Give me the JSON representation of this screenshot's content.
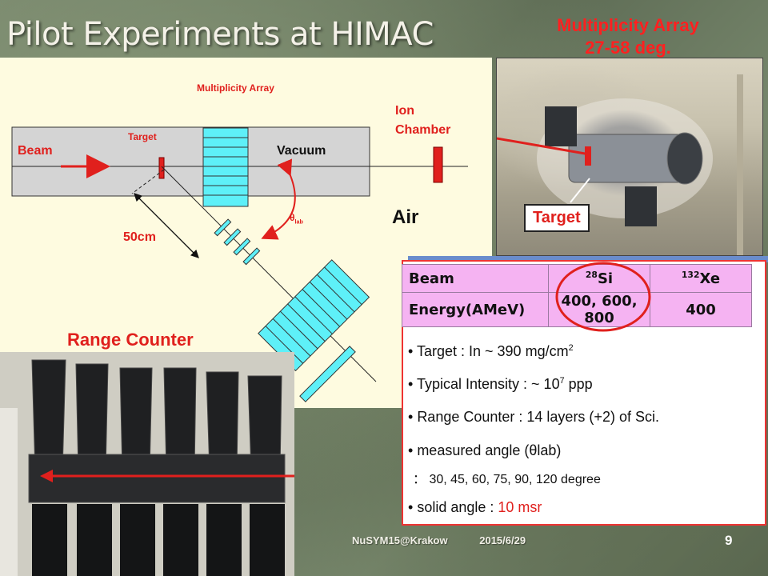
{
  "slide": {
    "title": "Pilot Experiments at HIMAC",
    "mult_title_line1": "Multiplicity Array",
    "mult_title_line2": "27-58 deg.",
    "footer_left": "NuSYM15@Krakow",
    "footer_date": "2015/6/29",
    "page_number": "9"
  },
  "diagram": {
    "multiplicity_label": "Multiplicity  Array",
    "ion_label_line1": "Ion",
    "ion_label_line2": "Chamber",
    "target_label": "Target",
    "beam_label": "Beam",
    "vacuum_label": "Vacuum",
    "theta_label": "θ",
    "theta_sub": "lab",
    "air_label": "Air",
    "distance_label": "50cm",
    "range_counter_label": "Range Counter"
  },
  "photo": {
    "target_tag": "Target"
  },
  "beam_table": {
    "rows": [
      {
        "label": "Beam",
        "col1_sup": "28",
        "col1": "Si",
        "col2_sup": "132",
        "col2": "Xe"
      },
      {
        "label": "Energy(AMeV)",
        "col1": "400, 600, 800",
        "col2": "400"
      }
    ]
  },
  "bullets": {
    "b1": "Target :  In ~ 390 mg/cm",
    "b1_sup": "2",
    "b2": "Typical Intensity : ~ 10",
    "b2_sup": "7",
    "b2_tail": " ppp",
    "b3": "Range Counter : 14 layers (+2) of Sci.",
    "b4": "measured angle (θlab)",
    "b4_values": "：  30, 45, 60, 75, 90, 120 degree",
    "b5": "solid angle : ",
    "b5_value": "10 msr"
  },
  "colors": {
    "accent_red": "#e0201d",
    "table_pink": "#f5b3f2",
    "scintillator_cyan": "#5ef0f8",
    "panel_yellow": "#fefbe0"
  }
}
